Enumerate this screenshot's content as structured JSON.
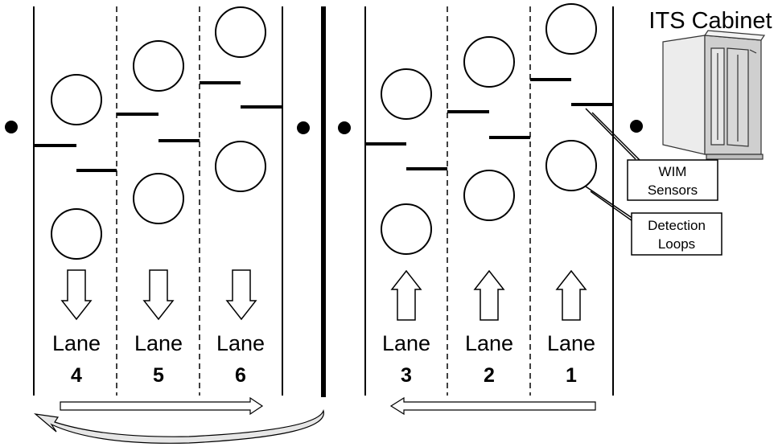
{
  "cabinet": {
    "title": "ITS Cabinet"
  },
  "callouts": {
    "wim": {
      "line1": "WIM",
      "line2": "Sensors"
    },
    "loops": {
      "line1": "Detection",
      "line2": "Loops"
    }
  },
  "lanes": [
    {
      "word": "Lane",
      "number": "4",
      "direction": "down"
    },
    {
      "word": "Lane",
      "number": "5",
      "direction": "down"
    },
    {
      "word": "Lane",
      "number": "6",
      "direction": "down"
    },
    {
      "word": "Lane",
      "number": "3",
      "direction": "up"
    },
    {
      "word": "Lane",
      "number": "2",
      "direction": "up"
    },
    {
      "word": "Lane",
      "number": "1",
      "direction": "up"
    }
  ],
  "colors": {
    "line": "#000000",
    "arrow_fill": "#ffffff",
    "curve_fill": "#e6e6e6",
    "cabinet": "#dddddd"
  }
}
